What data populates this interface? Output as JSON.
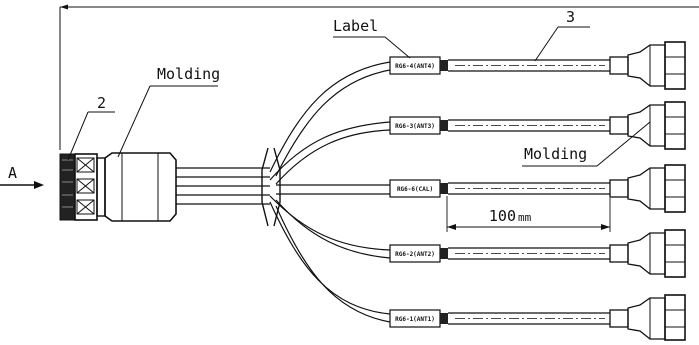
{
  "diagram": {
    "callouts": {
      "label": "Label",
      "molding_left": "Molding",
      "molding_right": "Molding",
      "item_2": "2",
      "item_3": "3",
      "view_a": "A",
      "dimension": "100",
      "dimension_unit": "mm"
    },
    "branch_labels": [
      "RG6-4(ANT4)",
      "RG6-3(ANT3)",
      "RG6-6(CAL)",
      "RG6-2(ANT2)",
      "RG6-1(ANT1)"
    ]
  }
}
